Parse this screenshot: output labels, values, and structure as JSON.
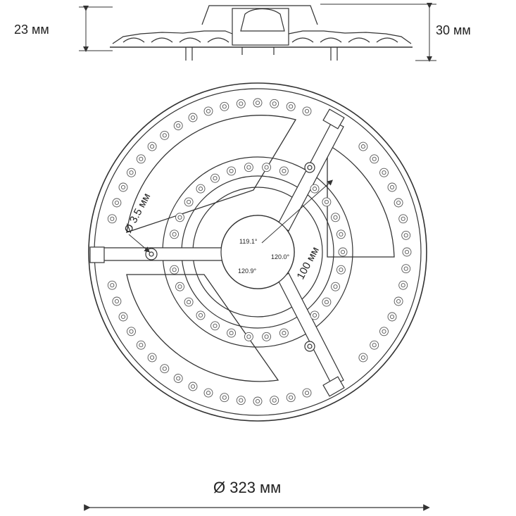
{
  "dimensions": {
    "height_left": "23 мм",
    "height_right": "30 мм",
    "hole": "Ø 3.5 мм",
    "radius": "100 мм",
    "diameter": "Ø 323 мм"
  },
  "angles": {
    "a1": "119.1°",
    "a2": "120.0°",
    "a3": "120.9°"
  }
}
